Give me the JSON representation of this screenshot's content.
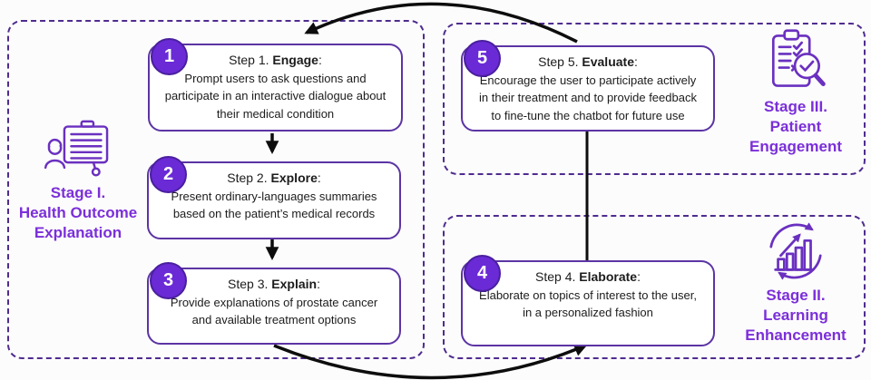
{
  "figure": {
    "description": "Three-stage, five-step chatbot workflow diagram"
  },
  "colors": {
    "background": "#fcfcfc",
    "panel_dash_border": "#4f2c8f",
    "box_border": "#5c34a4",
    "circle_fill": "#6a2ad6",
    "circle_outline": "#4a1f9e",
    "stage_label": "#7b2fd9",
    "icon_stroke": "#6a30c0",
    "arrow": "#0d0d0d",
    "body_text": "#1c1c1c"
  },
  "stages": [
    {
      "id": "stage-1",
      "label": "Stage I.\nHealth Outcome\nExplanation",
      "icon": "presenter-board-icon"
    },
    {
      "id": "stage-2",
      "label": "Stage II.\nLearning\nEnhancement",
      "icon": "growth-chart-cycle-icon"
    },
    {
      "id": "stage-3",
      "label": "Stage III.\nPatient\nEngagement",
      "icon": "clipboard-review-icon"
    }
  ],
  "steps": [
    {
      "number": "1",
      "title_prefix": "Step 1. ",
      "title_bold": "Engage",
      "title_suffix": ":",
      "body": "Prompt users to ask questions and\nparticipate in an interactive dialogue about\ntheir medical condition"
    },
    {
      "number": "2",
      "title_prefix": "Step 2. ",
      "title_bold": "Explore",
      "title_suffix": ":",
      "body": "Present ordinary-languages summaries\nbased on the patient’s medical records"
    },
    {
      "number": "3",
      "title_prefix": "Step 3. ",
      "title_bold": "Explain",
      "title_suffix": ":",
      "body": "Provide explanations of prostate cancer\nand available treatment options"
    },
    {
      "number": "4",
      "title_prefix": "Step 4. ",
      "title_bold": "Elaborate",
      "title_suffix": ":",
      "body": "Elaborate on topics of interest to the user,\nin a personalized fashion"
    },
    {
      "number": "5",
      "title_prefix": "Step 5. ",
      "title_bold": "Evaluate",
      "title_suffix": ":",
      "body": "Encourage the user to participate actively\nin their treatment and to provide feedback\nto fine-tune the chatbot for future use"
    }
  ],
  "arrows": [
    {
      "from": "step-1",
      "to": "step-2",
      "style": "arrow"
    },
    {
      "from": "step-2",
      "to": "step-3",
      "style": "arrow"
    },
    {
      "from": "step-3",
      "to": "step-4",
      "style": "curved-arrow"
    },
    {
      "from": "step-5",
      "to": "step-1",
      "style": "curved-arrow"
    },
    {
      "from": "step-4",
      "to": "step-5",
      "style": "line"
    }
  ]
}
